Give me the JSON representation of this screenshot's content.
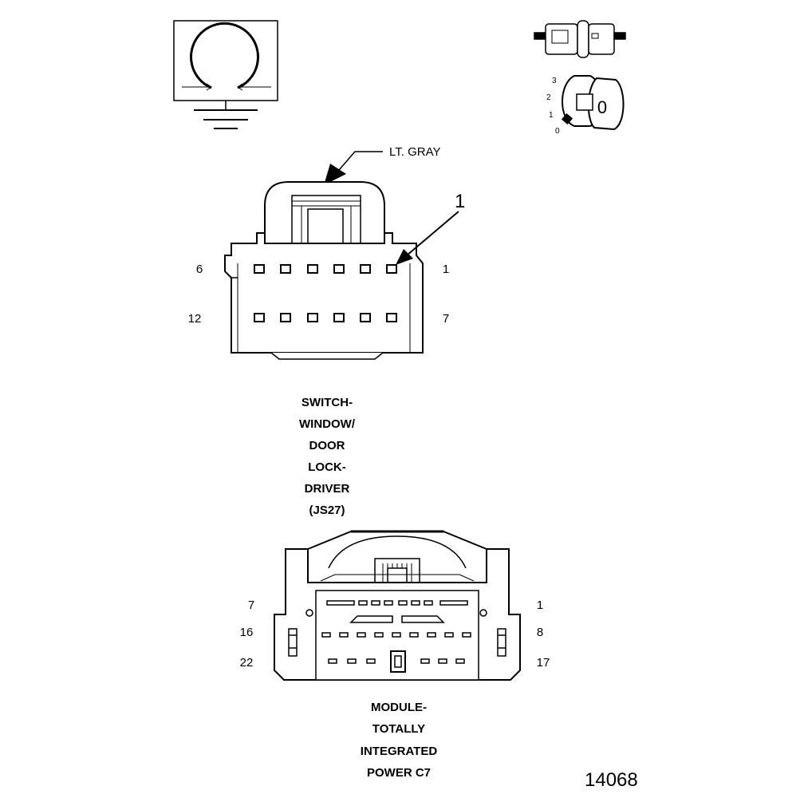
{
  "top_connector": {
    "color_callout": "LT. GRAY",
    "callout_number": "1",
    "pin_labels": {
      "top_left": "6",
      "top_right": "1",
      "bottom_left": "12",
      "bottom_right": "7"
    },
    "title_lines": [
      "SWITCH-",
      "WINDOW/",
      "DOOR",
      "LOCK-",
      "DRIVER",
      "(JS27)"
    ]
  },
  "bottom_connector": {
    "pin_labels": {
      "row1_left": "7",
      "row1_right": "1",
      "row2_left": "16",
      "row2_right": "8",
      "row3_left": "22",
      "row3_right": "17"
    },
    "title_lines": [
      "MODULE-",
      "TOTALLY",
      "INTEGRATED",
      "POWER C7"
    ]
  },
  "key_switch_positions": [
    "3",
    "2",
    "1",
    "0"
  ],
  "key_letter": "0",
  "figure_number": "14068"
}
